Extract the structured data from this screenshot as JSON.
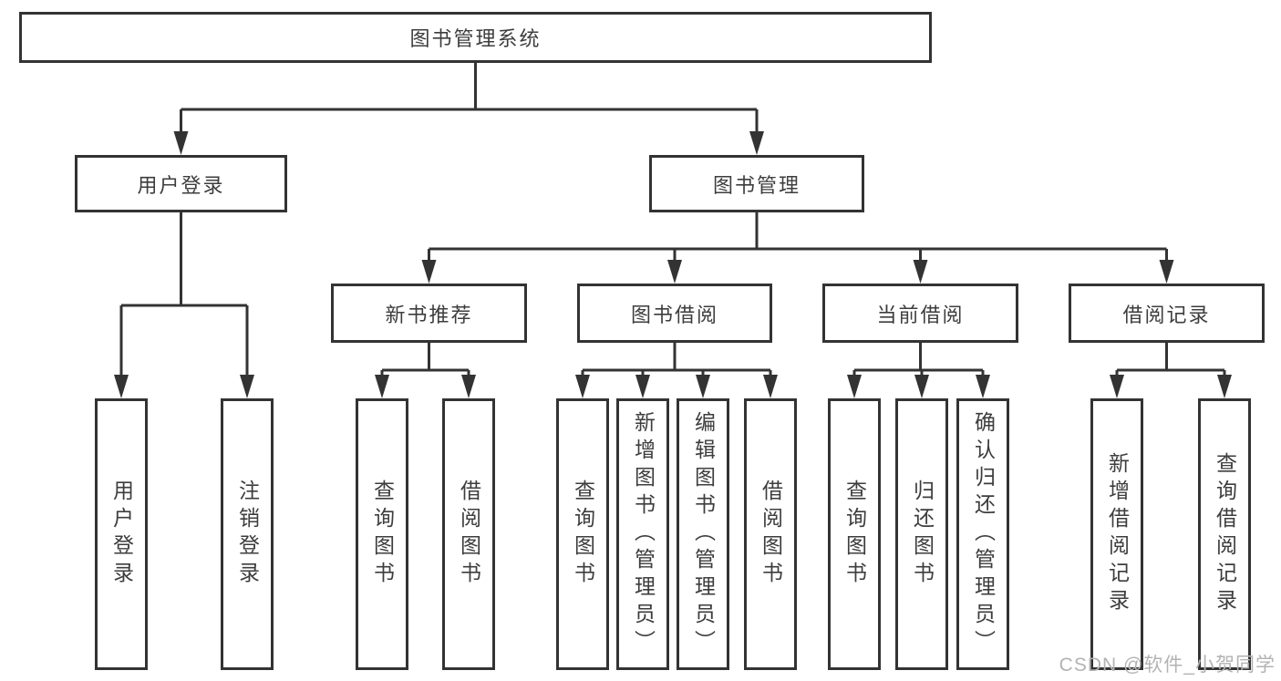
{
  "diagram": {
    "root": {
      "label": "图书管理系统",
      "children": [
        {
          "label": "用户登录",
          "children": [
            {
              "label": "用户登录"
            },
            {
              "label": "注销登录"
            }
          ]
        },
        {
          "label": "图书管理",
          "children": [
            {
              "label": "新书推荐",
              "children": [
                {
                  "label": "查询图书"
                },
                {
                  "label": "借阅图书"
                }
              ]
            },
            {
              "label": "图书借阅",
              "children": [
                {
                  "label": "查询图书"
                },
                {
                  "label": "新增图书（管理员）"
                },
                {
                  "label": "编辑图书（管理员）"
                },
                {
                  "label": "借阅图书"
                }
              ]
            },
            {
              "label": "当前借阅",
              "children": [
                {
                  "label": "查询图书"
                },
                {
                  "label": "归还图书"
                },
                {
                  "label": "确认归还（管理员）"
                }
              ]
            },
            {
              "label": "借阅记录",
              "children": [
                {
                  "label": "新增借阅记录"
                },
                {
                  "label": "查询借阅记录"
                }
              ]
            }
          ]
        }
      ]
    }
  },
  "watermark": {
    "text": "CSDN @软件_小贺同学"
  },
  "colors": {
    "line": "#333333",
    "text": "#3d3d3d",
    "box_background": "#ffffff",
    "page_background": "#ffffff",
    "watermark": "#b3b3b3"
  }
}
